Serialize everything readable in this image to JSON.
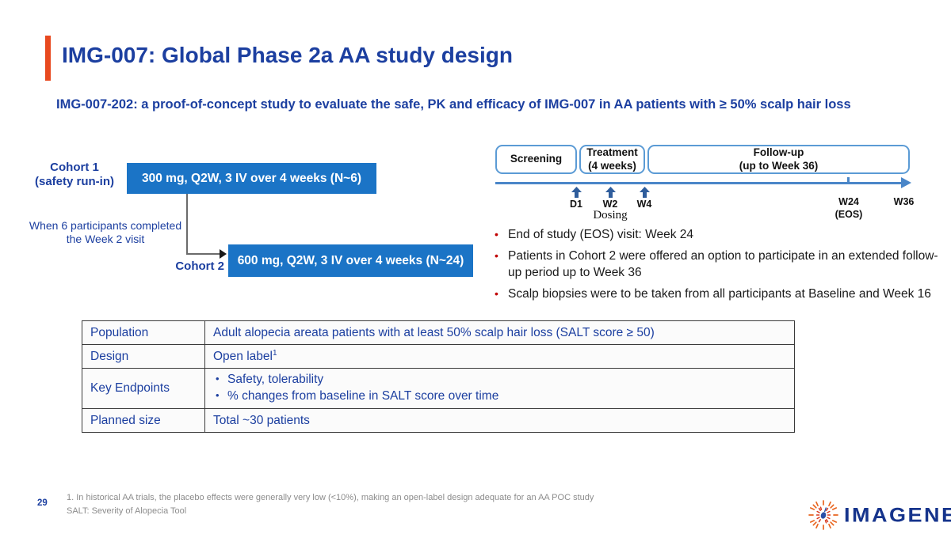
{
  "slide": {
    "title": "IMG-007: Global Phase 2a AA study design",
    "subtitle": "IMG-007-202: a proof-of-concept study to evaluate the safe, PK and efficacy of IMG-007 in AA patients with ≥ 50% scalp hair loss",
    "page_number": "29"
  },
  "cohort_diagram": {
    "cohort1_label_line1": "Cohort 1",
    "cohort1_label_line2": "(safety run-in)",
    "cohort1_box": "300 mg, Q2W, 3 IV over 4 weeks (N~6)",
    "transition_note": "When 6 participants completed the Week 2 visit",
    "cohort2_label": "Cohort 2",
    "cohort2_box": "600 mg, Q2W, 3 IV over 4 weeks (N~24)"
  },
  "timeline": {
    "phases": [
      {
        "label": "Screening",
        "sublabel": ""
      },
      {
        "label": "Treatment",
        "sublabel": "(4 weeks)"
      },
      {
        "label": "Follow-up",
        "sublabel": "(up to Week 36)"
      }
    ],
    "dosing_points": {
      "d1": "D1",
      "w2": "W2",
      "w4": "W4"
    },
    "dosing_label": "Dosing",
    "milestones": {
      "w24": "W24",
      "w24_sub": "(EOS)",
      "w36": "W36"
    }
  },
  "bullets": [
    {
      "text": "End of study (EOS) visit: Week 24"
    },
    {
      "text": "Patients in Cohort 2 were offered an option to participate in an extended follow-up period up to Week 36"
    },
    {
      "text": "Scalp biopsies were to be taken from all participants at Baseline and Week 16"
    }
  ],
  "study_table": {
    "rows": [
      {
        "label": "Population",
        "value": "Adult alopecia areata patients with at least 50% scalp hair loss (SALT score ≥ 50)"
      },
      {
        "label": "Design",
        "value": "Open label",
        "sup": "1"
      },
      {
        "label": "Key Endpoints",
        "items": [
          "Safety, tolerability",
          "% changes from baseline in SALT score over time"
        ]
      },
      {
        "label": "Planned size",
        "value": "Total ~30 patients"
      }
    ]
  },
  "footnotes": [
    "1. In historical AA trials, the placebo effects were generally very low (<10%), making an open-label design adequate for an AA POC study",
    "SALT: Severity of Alopecia Tool"
  ],
  "logo": {
    "text": "IMAGENE"
  },
  "colors": {
    "accent_orange": "#E8491F",
    "brand_blue": "#1C3FA0",
    "dose_box_blue": "#1B74C6",
    "timeline_border_blue": "#5B9BD5",
    "timeline_arrow_blue": "#4A86C8",
    "dosing_arrow_blue": "#2F5D9C",
    "bullet_red": "#C00000"
  }
}
